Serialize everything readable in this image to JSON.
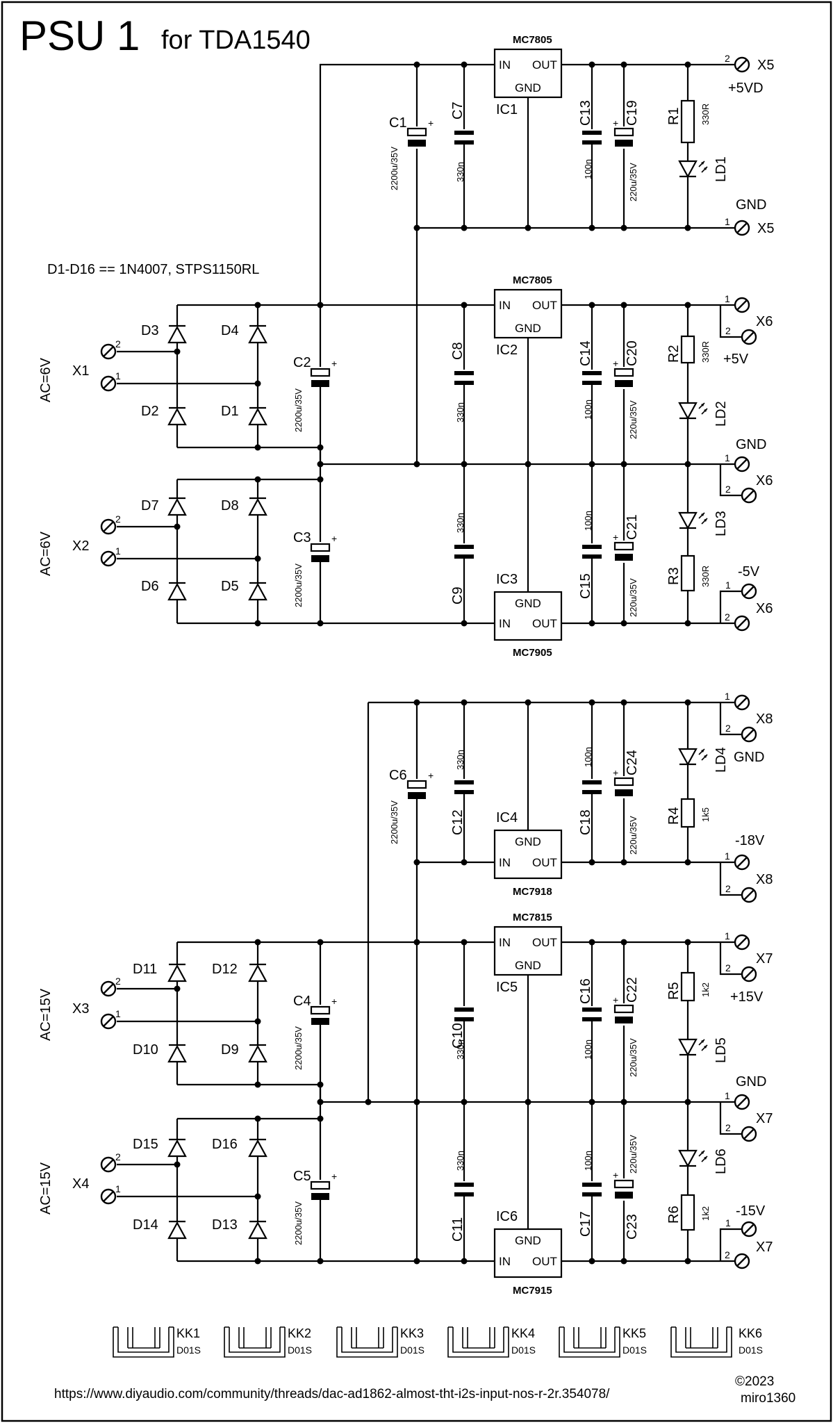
{
  "title": "PSU 1",
  "subtitle": "for TDA1540",
  "diode_note": "D1-D16 == 1N4007, STPS1150RL",
  "ac_labels": [
    "AC=6V",
    "AC=6V",
    "AC=15V",
    "AC=15V"
  ],
  "inputs": [
    "X1",
    "X2",
    "X3",
    "X4"
  ],
  "diodes": [
    "D1",
    "D2",
    "D3",
    "D4",
    "D5",
    "D6",
    "D7",
    "D8",
    "D9",
    "D10",
    "D11",
    "D12",
    "D13",
    "D14",
    "D15",
    "D16"
  ],
  "bulk_caps": [
    {
      "ref": "C1",
      "value": "2200u/35V"
    },
    {
      "ref": "C2",
      "value": "2200u/35V"
    },
    {
      "ref": "C3",
      "value": "2200u/35V"
    },
    {
      "ref": "C4",
      "value": "2200u/35V"
    },
    {
      "ref": "C5",
      "value": "2200u/35V"
    },
    {
      "ref": "C6",
      "value": "2200u/35V"
    }
  ],
  "input_caps": [
    {
      "ref": "C7",
      "value": "330n"
    },
    {
      "ref": "C8",
      "value": "330n"
    },
    {
      "ref": "C9",
      "value": "330n"
    },
    {
      "ref": "C10",
      "value": "330n"
    },
    {
      "ref": "C11",
      "value": "330n"
    },
    {
      "ref": "C12",
      "value": "330n"
    }
  ],
  "output_caps": [
    {
      "ref": "C13",
      "value": "100n"
    },
    {
      "ref": "C14",
      "value": "100n"
    },
    {
      "ref": "C15",
      "value": "100n"
    },
    {
      "ref": "C16",
      "value": "100n"
    },
    {
      "ref": "C17",
      "value": "100n"
    },
    {
      "ref": "C18",
      "value": "100n"
    }
  ],
  "output_elcos": [
    {
      "ref": "C19",
      "value": "220u/35V"
    },
    {
      "ref": "C20",
      "value": "220u/35V"
    },
    {
      "ref": "C21",
      "value": "220u/35V"
    },
    {
      "ref": "C22",
      "value": "220u/35V"
    },
    {
      "ref": "C23",
      "value": "220u/35V"
    },
    {
      "ref": "C24",
      "value": "220u/35V"
    }
  ],
  "regulators": [
    {
      "ref": "IC1",
      "part": "MC7805"
    },
    {
      "ref": "IC2",
      "part": "MC7805"
    },
    {
      "ref": "IC3",
      "part": "MC7905"
    },
    {
      "ref": "IC4",
      "part": "MC7918"
    },
    {
      "ref": "IC5",
      "part": "MC7815"
    },
    {
      "ref": "IC6",
      "part": "MC7915"
    }
  ],
  "reg_pins": {
    "in": "IN",
    "out": "OUT",
    "gnd": "GND"
  },
  "resistors": [
    {
      "ref": "R1",
      "value": "330R"
    },
    {
      "ref": "R2",
      "value": "330R"
    },
    {
      "ref": "R3",
      "value": "330R"
    },
    {
      "ref": "R4",
      "value": "1k5"
    },
    {
      "ref": "R5",
      "value": "1k2"
    },
    {
      "ref": "R6",
      "value": "1k2"
    }
  ],
  "leds": [
    "LD1",
    "LD2",
    "LD3",
    "LD4",
    "LD5",
    "LD6"
  ],
  "outputs": [
    {
      "connector": "X5",
      "label": "+5VD"
    },
    {
      "connector": "X5",
      "label": "GND"
    },
    {
      "connector": "X6",
      "label": "+5V"
    },
    {
      "connector": "X6",
      "label": "GND"
    },
    {
      "connector": "X6",
      "label": "-5V"
    },
    {
      "connector": "X8",
      "label": "GND"
    },
    {
      "connector": "X8",
      "label": "-18V"
    },
    {
      "connector": "X7",
      "label": "+15V"
    },
    {
      "connector": "X7",
      "label": "GND"
    },
    {
      "connector": "X7",
      "label": "-15V"
    }
  ],
  "heatsinks": [
    {
      "ref": "KK1",
      "type": "D01S"
    },
    {
      "ref": "KK2",
      "type": "D01S"
    },
    {
      "ref": "KK3",
      "type": "D01S"
    },
    {
      "ref": "KK4",
      "type": "D01S"
    },
    {
      "ref": "KK5",
      "type": "D01S"
    },
    {
      "ref": "KK6",
      "type": "D01S"
    }
  ],
  "url": "https://www.diyaudio.com/community/threads/dac-ad1862-almost-tht-i2s-input-nos-r-2r.354078/",
  "copyright": "©2023",
  "author": "miro1360"
}
